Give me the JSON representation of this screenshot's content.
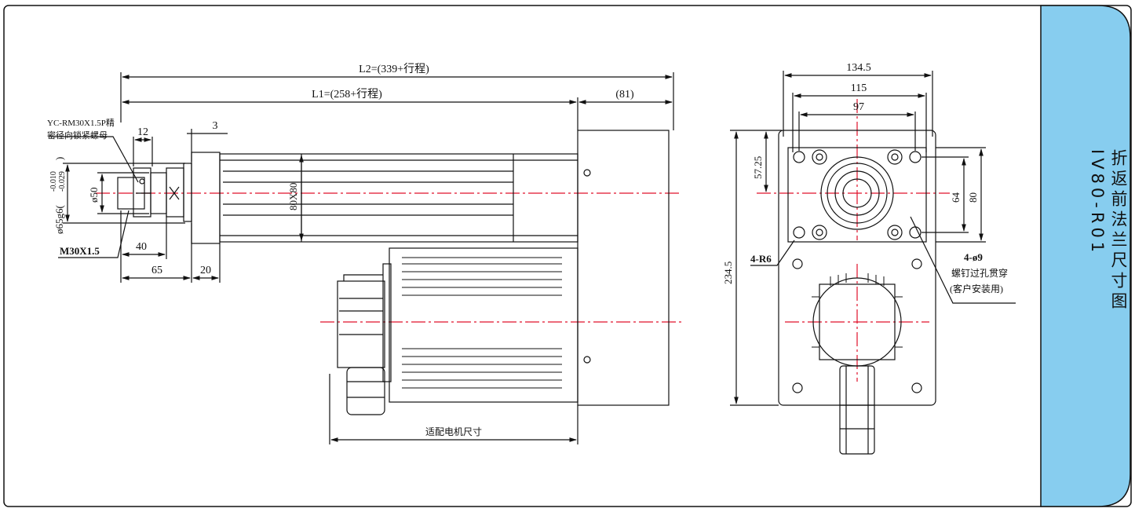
{
  "colors": {
    "sidebar_fill": "#87cdef",
    "line": "#111111",
    "centerline": "#e0102a"
  },
  "side_panel": {
    "title_line1": "折返前法兰尺寸图",
    "title_line2": "IV80-R01"
  },
  "side_view": {
    "dim_l2": "L2=(339+行程)",
    "dim_l1": "L1=(258+行程)",
    "dim_81": "(81)",
    "dim_3": "3",
    "dim_12": "12",
    "nut_note_line1": "YC-RM30X1.5P精",
    "nut_note_line2": "密径向锁紧螺母",
    "dim_dia65": "ø65g6(",
    "dim_tol_upper": "-0.010",
    "dim_tol_lower": "-0.029",
    "dim_tol_close": ")",
    "dim_dia50": "ø50",
    "dim_80x80": "80X80",
    "dim_m30": "M30X1.5",
    "dim_40": "40",
    "dim_65": "65",
    "dim_20": "20",
    "motor_note": "适配电机尺寸"
  },
  "front_view": {
    "dim_134_5": "134.5",
    "dim_115": "115",
    "dim_97": "97",
    "dim_57_25": "57.25",
    "dim_64": "64",
    "dim_80": "80",
    "dim_234_5": "234.5",
    "dim_4r6": "4-R6",
    "dim_4d9": "4-ø9",
    "hole_note_line1": "螺钉过孔贯穿",
    "hole_note_line2": "(客户安装用)"
  }
}
